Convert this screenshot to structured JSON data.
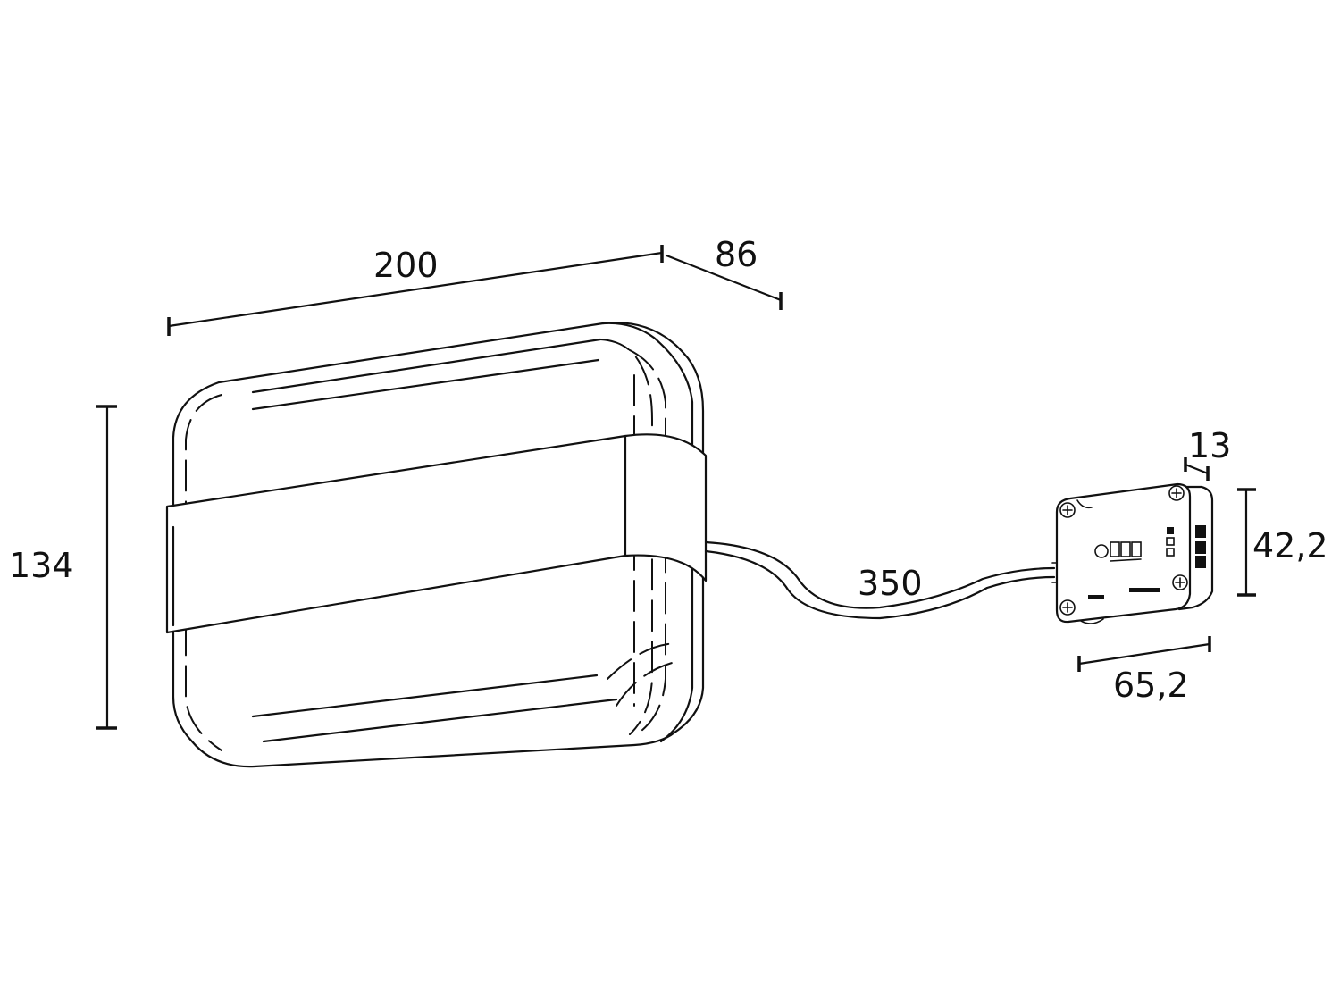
{
  "dimensions": {
    "width": "200",
    "depth": "86",
    "height": "134",
    "cable_length": "350",
    "driver_depth": "13",
    "driver_height": "42,2",
    "driver_width": "65,2"
  },
  "colors": {
    "line": "#111111",
    "background": "#ffffff"
  }
}
